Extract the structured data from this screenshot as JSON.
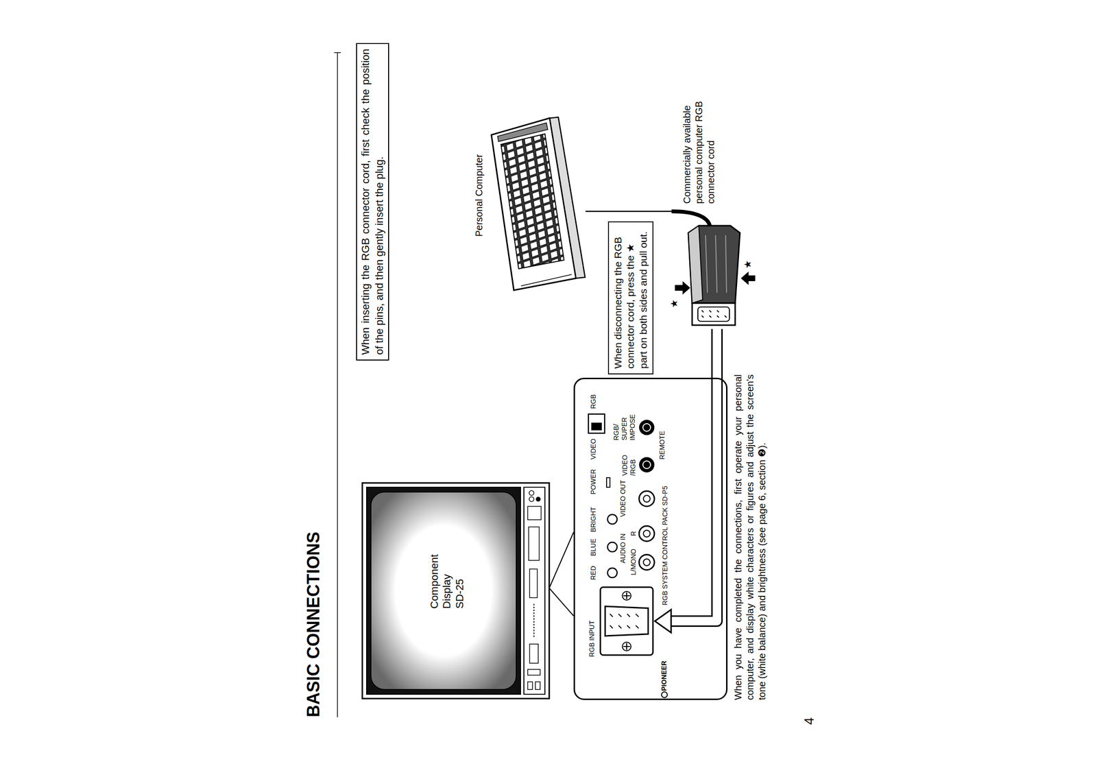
{
  "diagram": {
    "title": "BASIC CONNECTIONS",
    "nodes": [
      {
        "text": [
          "When inserting the RGB connector cord, first check the position of the pins, and then gently insert the plug."
        ]
      },
      {
        "text": [
          "Component Display SD-25"
        ]
      },
      {
        "text": [
          "Personal Computer"
        ]
      },
      {
        "text": [
          "RED",
          "BLUE",
          "BRIGHT",
          "POWER",
          "VIDEO",
          "RGB",
          "AUDIO IN",
          "L/MONO",
          "R",
          "VIDEO OUT",
          "VIDEO /RGB",
          "RGB/ SUPER IMPOSE",
          "REMOTE",
          "PIONEER",
          "RGB SYSTEM CONTROL PACK SD-P5"
        ]
      },
      {
        "text": [
          "RGB INPUT"
        ],
        "in": 3
      },
      {
        "text": [
          "When disconnecting the RGB connector cord, press the ★ part on both sides and pull out."
        ]
      },
      {
        "text": [
          "Commercially available personal computer RGB connector cord"
        ]
      }
    ],
    "edges": [
      {
        "from": 1,
        "to": 3,
        "arrow": "none"
      },
      {
        "from": 2,
        "to": 6,
        "arrow": "none"
      },
      {
        "from": 6,
        "to": 4,
        "arrow": "to"
      }
    ],
    "labels": [
      "★",
      "★",
      "When you have completed the connections, first operate your personal computer, and display white characters or figures and adjust the screen's tone (white balance) and brightness (see page 6, section ❷).",
      "4"
    ]
  }
}
